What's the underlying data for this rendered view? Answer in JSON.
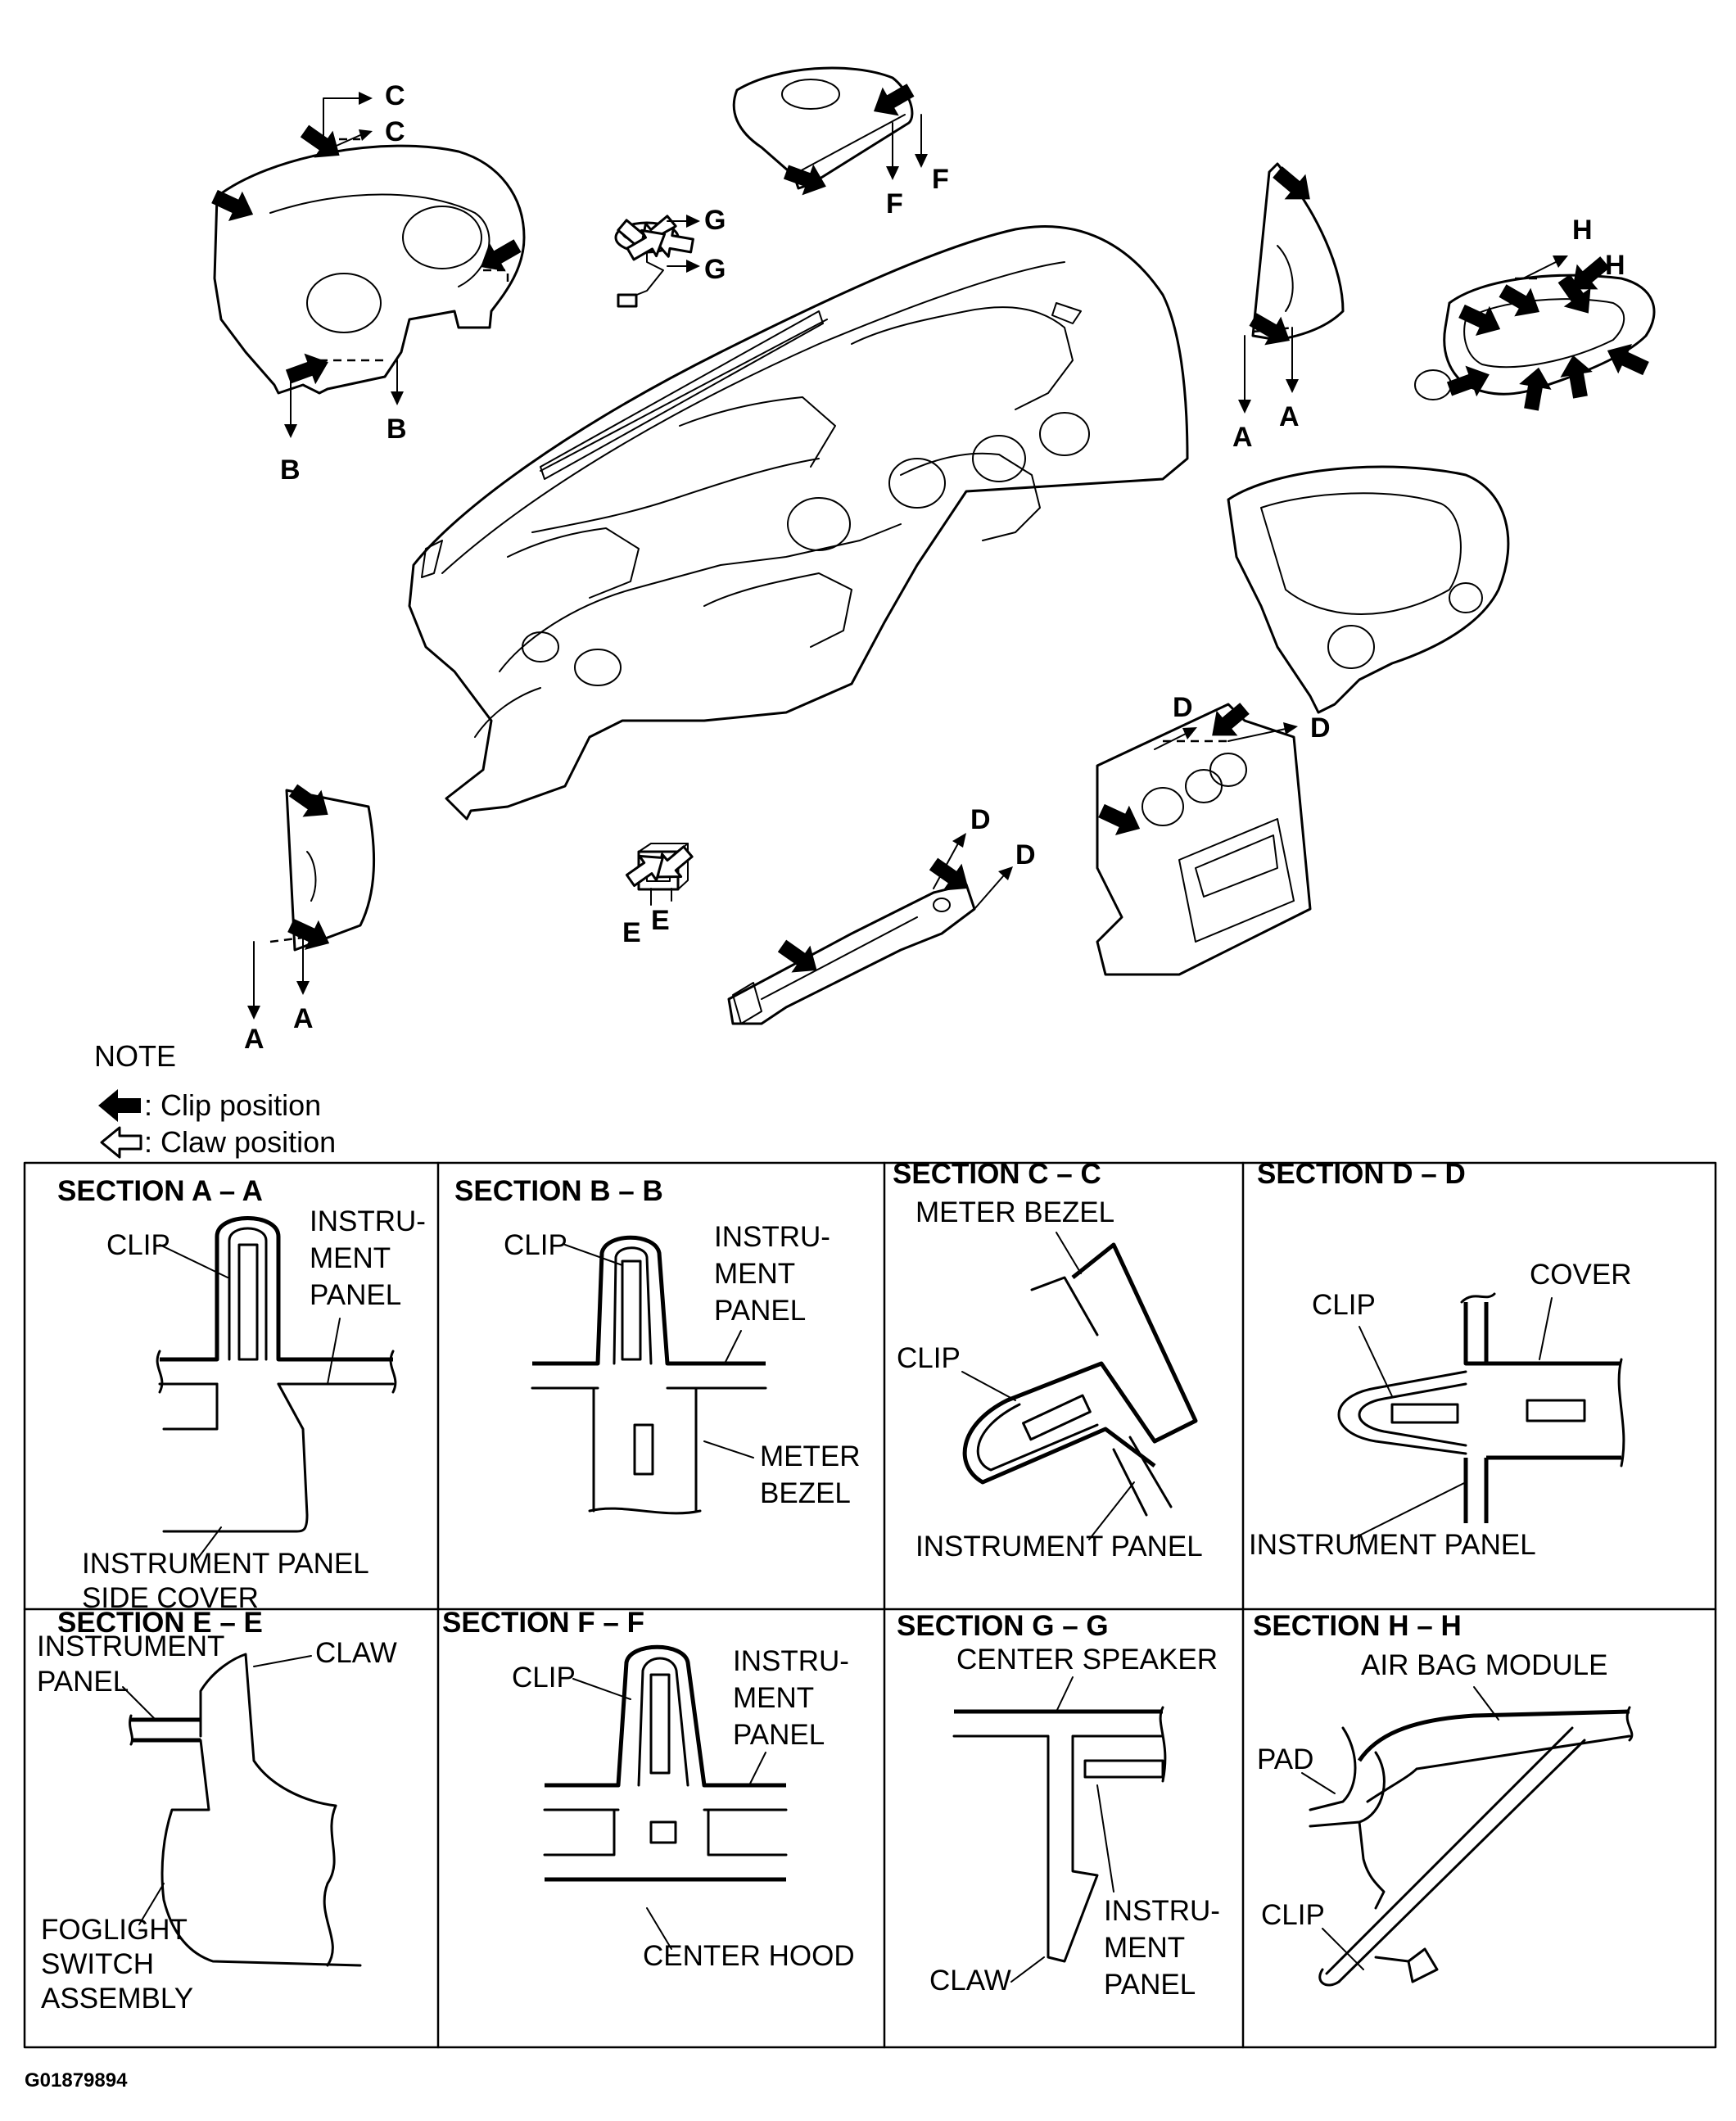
{
  "figure_code": "G01879894",
  "note": {
    "title": "NOTE",
    "clip": ": Clip position",
    "claw": ": Claw position"
  },
  "section_letters": {
    "a": "A",
    "b": "B",
    "c": "C",
    "d": "D",
    "e": "E",
    "f": "F",
    "g": "G",
    "h": "H"
  },
  "sections": [
    {
      "title": "SECTION A – A",
      "labels": {
        "clip": "CLIP",
        "panel_1": "INSTRU-",
        "panel_2": "MENT",
        "panel_3": "PANEL",
        "cover_1": "INSTRUMENT PANEL",
        "cover_2": "SIDE COVER"
      }
    },
    {
      "title": "SECTION B – B",
      "labels": {
        "clip": "CLIP",
        "panel_1": "INSTRU-",
        "panel_2": "MENT",
        "panel_3": "PANEL",
        "bezel_1": "METER",
        "bezel_2": "BEZEL"
      }
    },
    {
      "title": "SECTION C – C",
      "labels": {
        "bezel": "METER BEZEL",
        "clip": "CLIP",
        "panel": "INSTRUMENT PANEL"
      }
    },
    {
      "title": "SECTION D – D",
      "labels": {
        "cover": "COVER",
        "clip": "CLIP",
        "panel": "INSTRUMENT PANEL"
      }
    },
    {
      "title": "SECTION E – E",
      "labels": {
        "panel_1": "INSTRUMENT",
        "panel_2": "PANEL",
        "claw": "CLAW",
        "switch_1": "FOGLIGHT",
        "switch_2": "SWITCH",
        "switch_3": "ASSEMBLY"
      }
    },
    {
      "title": "SECTION F – F",
      "labels": {
        "clip": "CLIP",
        "panel_1": "INSTRU-",
        "panel_2": "MENT",
        "panel_3": "PANEL",
        "hood": "CENTER HOOD"
      }
    },
    {
      "title": "SECTION G – G",
      "labels": {
        "speaker": "CENTER SPEAKER",
        "claw": "CLAW",
        "panel_1": "INSTRU-",
        "panel_2": "MENT",
        "panel_3": "PANEL"
      }
    },
    {
      "title": "SECTION H – H",
      "labels": {
        "airbag": "AIR BAG MODULE",
        "pad": "PAD",
        "clip": "CLIP"
      }
    }
  ]
}
